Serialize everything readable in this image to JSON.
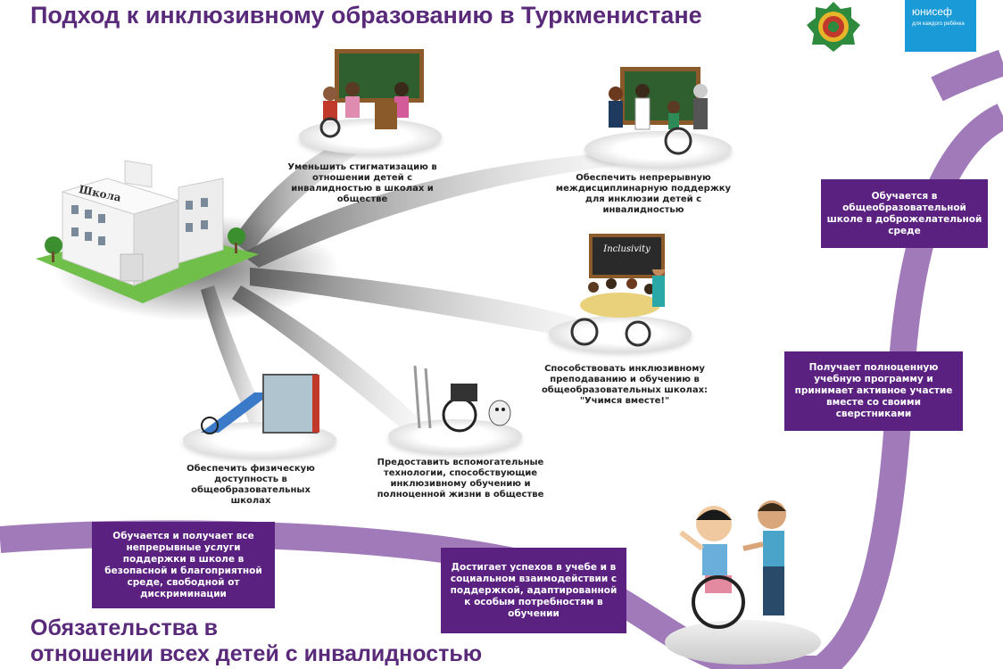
{
  "title": "Подход к инклюзивному образованию в Туркменистане",
  "bottom_title": {
    "line1": "Обязательства в",
    "line2": "отношении всех детей с инвалидностью"
  },
  "logos": {
    "unicef_name": "юнисеф",
    "unicef_tagline": "для каждого ребёнка"
  },
  "school_sign": "Школа",
  "board_text": "Inclusivity",
  "goals": [
    "Уменьшить стигматизацию в отношении детей с инвалидностью в школах и обществе",
    "Обеспечить непрерывную междисциплинарную поддержку для инклюзии детей с инвалидностью",
    "Способствовать инклюзивному преподаванию и обучению в общеобразовательных школах: \"Учимся вместе!\"",
    "Предоставить вспомогательные технологии, способствующие инклюзивному обучению и полноценной жизни в обществе",
    "Обеспечить физическую доступность в общеобразовательных школах"
  ],
  "outcomes": [
    "Обучается в общеобразовательной школе в доброжелательной среде",
    "Получает полноценную учебную программу и принимает активное участие вместе со своими сверстниками",
    "Достигает успехов в учебе и в социальном взаимодействии с поддержкой, адаптированной к особым потребностям в обучении",
    "Обучается и получает все непрерывные услуги поддержки в школе в безопасной и благоприятной среде, свободной от дискриминации"
  ],
  "colors": {
    "brand_purple": "#5b2181",
    "title_purple": "#5a2a7a",
    "path_purple": "#8a5aa8",
    "unicef_blue": "#1a9ad6"
  }
}
